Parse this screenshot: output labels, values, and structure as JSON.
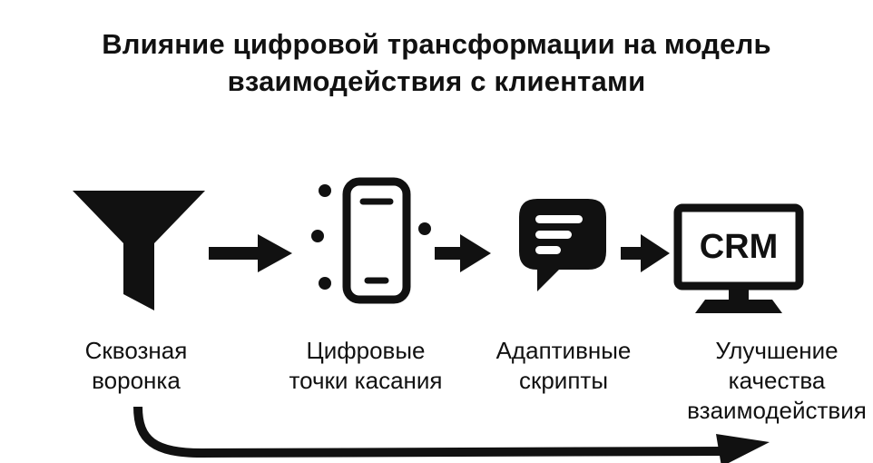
{
  "title": "Влияние цифровой трансформации на модель\nвзаимодействия с клиентами",
  "stages": [
    {
      "icon": "funnel-icon",
      "label": "Сквозная\nворонка"
    },
    {
      "icon": "smartphone-touchpoints-icon",
      "label": "Цифровые\nточки касания"
    },
    {
      "icon": "chat-bubble-icon",
      "label": "Адаптивные\nскрипты"
    },
    {
      "icon": "crm-monitor-icon",
      "label": "Улучшение\nкачества\nвзаимодействия",
      "screen_text": "CRM"
    }
  ],
  "connectors": {
    "forward_arrow_count": 3,
    "feedback_arrow": "loop from first stage back to last stage along bottom"
  },
  "colors": {
    "foreground": "#111111",
    "background": "#ffffff"
  }
}
